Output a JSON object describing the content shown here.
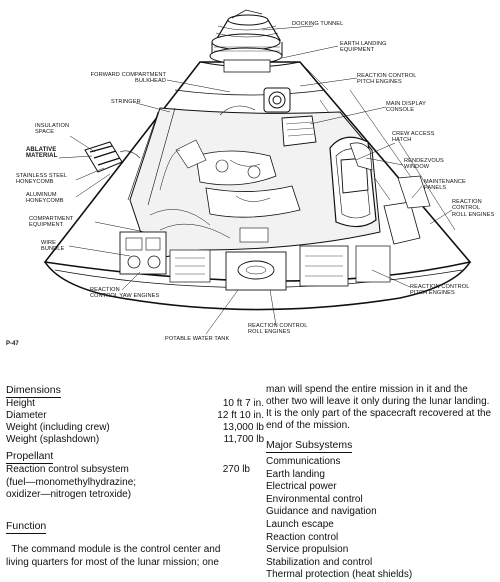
{
  "diagram": {
    "figure_id": "P-47",
    "labels": {
      "docking_tunnel": "DOCKING TUNNEL",
      "earth_landing_equipment": "EARTH LANDING\nEQUIPMENT",
      "forward_compartment_bulkhead": "FORWARD COMPARTMENT\nBULKHEAD",
      "rcs_pitch_top": "REACTION CONTROL\nPITCH ENGINES",
      "stringer": "STRINGER",
      "main_display_console": "MAIN DISPLAY\nCONSOLE",
      "insulation_space": "INSULATION\nSPACE",
      "crew_access_hatch": "CREW ACCESS\nHATCH",
      "ablative_material": "ABLATIVE\nMATERIAL",
      "rendezvous_window": "RENDEZVOUS\nWINDOW",
      "stainless_steel_honeycomb": "STAINLESS STEEL\nHONEYCOMB",
      "maintenance_panels": "MAINTENANCE\nPANELS",
      "aluminum_honeycomb": "ALUMINUM\nHONEYCOMB",
      "rcs_roll_right": "REACTION\nCONTROL\nROLL ENGINES",
      "compartment_equipment": "COMPARTMENT\nEQUIPMENT",
      "wire_bundle": "WIRE\nBUNDLE",
      "rcs_yaw": "REACTION\nCONTROL YAW ENGINES",
      "rcs_pitch_bottom": "REACTION CONTROL\nPITCH ENGINES",
      "rcs_roll_bottom": "REACTION CONTROL\nROLL ENGINES",
      "potable_water_tank": "POTABLE WATER TANK"
    }
  },
  "dimensions": {
    "heading": "Dimensions",
    "rows": [
      {
        "label": "Height",
        "value": "10 ft  7 in."
      },
      {
        "label": "Diameter",
        "value": "12 ft  10 in."
      },
      {
        "label": "Weight (including crew)",
        "value": "13,000 lb"
      },
      {
        "label": "Weight (splashdown)",
        "value": "11,700 lb"
      }
    ]
  },
  "propellant": {
    "heading": "Propellant",
    "label": "Reaction control subsystem",
    "value": "270 lb",
    "detail_1": "(fuel—monomethylhydrazine;",
    "detail_2": "oxidizer—nitrogen tetroxide)"
  },
  "function": {
    "heading": "Function",
    "line_1": "  The command module is the control center and",
    "line_2": "living quarters for most of the lunar mission; one"
  },
  "right_column": {
    "line_1": "man will spend the entire mission in it and the",
    "line_2": "other two will leave it only during the lunar landing.",
    "line_3": "It is the only part of the spacecraft recovered at the",
    "line_4": "end of the mission."
  },
  "major_subsystems": {
    "heading": "Major Subsystems",
    "items": [
      "Communications",
      "Earth landing",
      "Electrical power",
      "Environmental control",
      "Guidance and navigation",
      "Launch escape",
      "Reaction control",
      "Service propulsion",
      "Stabilization and control",
      "Thermal protection (heat shields)"
    ]
  }
}
